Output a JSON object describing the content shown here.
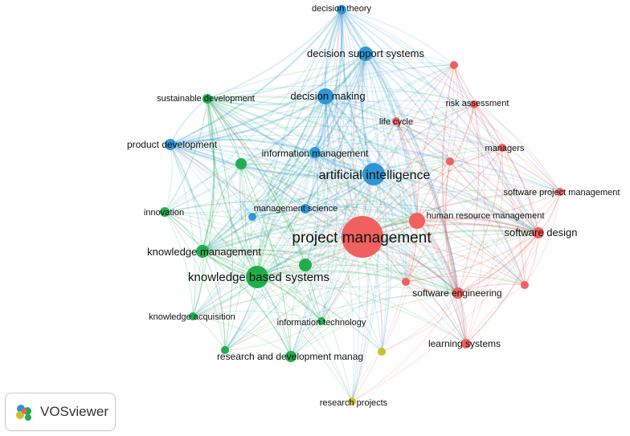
{
  "colors": {
    "red": "#f0605e",
    "blue": "#2e96d6",
    "green": "#1fae4b",
    "yellow": "#c8c22a"
  },
  "nodes": [
    {
      "id": "pm",
      "label": "project management",
      "cluster": "red"
    },
    {
      "id": "ai",
      "label": "artificial intelligence",
      "cluster": "blue"
    },
    {
      "id": "kbs",
      "label": "knowledge based systems",
      "cluster": "green"
    },
    {
      "id": "dss",
      "label": "decision support systems",
      "cluster": "blue"
    },
    {
      "id": "dm",
      "label": "decision making",
      "cluster": "blue"
    },
    {
      "id": "dt",
      "label": "decision theory",
      "cluster": "blue"
    },
    {
      "id": "pd",
      "label": "product development",
      "cluster": "blue"
    },
    {
      "id": "im",
      "label": "information management",
      "cluster": "blue"
    },
    {
      "id": "ms",
      "label": "management science",
      "cluster": "blue"
    },
    {
      "id": "b1",
      "label": "",
      "cluster": "blue"
    },
    {
      "id": "sd",
      "label": "sustainable development",
      "cluster": "green"
    },
    {
      "id": "inn",
      "label": "innovation",
      "cluster": "green"
    },
    {
      "id": "km",
      "label": "knowledge management",
      "cluster": "green"
    },
    {
      "id": "ka",
      "label": "knowledge acquisition",
      "cluster": "green"
    },
    {
      "id": "it",
      "label": "information technology",
      "cluster": "green"
    },
    {
      "id": "rdm",
      "label": "research and development manag",
      "cluster": "green"
    },
    {
      "id": "g1",
      "label": "",
      "cluster": "green"
    },
    {
      "id": "g2",
      "label": "",
      "cluster": "green"
    },
    {
      "id": "g3",
      "label": "",
      "cluster": "green"
    },
    {
      "id": "ra",
      "label": "risk assessment",
      "cluster": "red"
    },
    {
      "id": "lc",
      "label": "life cycle",
      "cluster": "red"
    },
    {
      "id": "mgr",
      "label": "managers",
      "cluster": "red"
    },
    {
      "id": "spm",
      "label": "software project management",
      "cluster": "red"
    },
    {
      "id": "hrm",
      "label": "human resource management",
      "cluster": "red"
    },
    {
      "id": "sdes",
      "label": "software design",
      "cluster": "red"
    },
    {
      "id": "se",
      "label": "software engineering",
      "cluster": "red"
    },
    {
      "id": "ls",
      "label": "learning systems",
      "cluster": "red"
    },
    {
      "id": "r1",
      "label": "",
      "cluster": "red"
    },
    {
      "id": "r2",
      "label": "",
      "cluster": "red"
    },
    {
      "id": "r3",
      "label": "",
      "cluster": "red"
    },
    {
      "id": "r4",
      "label": "",
      "cluster": "red"
    },
    {
      "id": "rp",
      "label": "research projects",
      "cluster": "yellow"
    },
    {
      "id": "y1",
      "label": "",
      "cluster": "yellow"
    }
  ],
  "badge": {
    "label": "VOSviewer"
  }
}
